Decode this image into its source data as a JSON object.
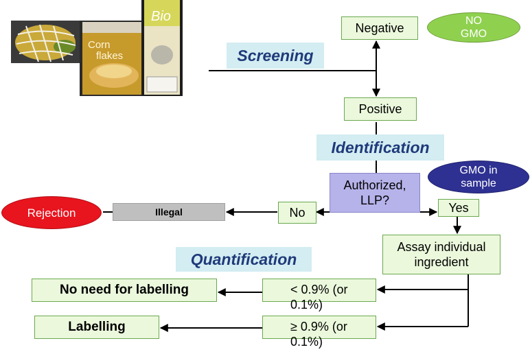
{
  "stages": {
    "screening": "Screening",
    "identification": "Identification",
    "quantification": "Quantification"
  },
  "nodes": {
    "negative": "Negative",
    "no_gmo": "NO GMO",
    "positive": "Positive",
    "gmo_in_sample": "GMO in sample",
    "authorized_llp": "Authorized, LLP?",
    "no": "No",
    "yes": "Yes",
    "illegal": "Illegal",
    "rejection": "Rejection",
    "assay": "Assay individual ingredient",
    "lt_threshold": "< 0.9% (or 0.1%)",
    "ge_threshold": "≥ 0.9% (or 0.1%)",
    "no_need_labelling": "No need for labelling",
    "labelling": "Labelling"
  },
  "photo": {
    "cereal_box_line1": "Corn",
    "cereal_box_line2": "flakes",
    "carton_label": "Bio"
  },
  "colors": {
    "box_fill": "#ebf8dc",
    "box_border": "#6aa84f",
    "stage_fill": "#d3edf2",
    "stage_text": "#1f3a7a",
    "no_gmo_fill": "#8fd14f",
    "gmo_in_sample_fill": "#2e3192",
    "rejection_fill": "#e8141e",
    "decision_fill": "#b6b2ea",
    "illegal_fill": "#bfbfbf"
  }
}
